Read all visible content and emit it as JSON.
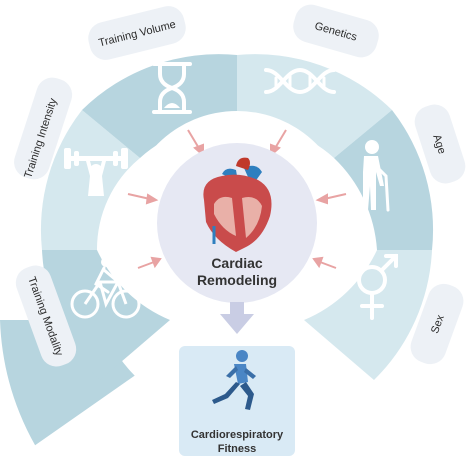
{
  "center": {
    "title_line1": "Cardiac",
    "title_line2": "Remodeling",
    "icon": "heart-icon"
  },
  "outcome": {
    "title_line1": "Cardiorespiratory",
    "title_line2": "Fitness",
    "icon": "runner-icon"
  },
  "factors": [
    {
      "label": "Training Volume",
      "icon": "hourglass-icon"
    },
    {
      "label": "Genetics",
      "icon": "dna-icon"
    },
    {
      "label": "Training Intensity",
      "icon": "weightlifter-icon"
    },
    {
      "label": "Age",
      "icon": "elderly-person-icon"
    },
    {
      "label": "Training Modality",
      "icon": "cyclist-icon"
    },
    {
      "label": "Sex",
      "icon": "gender-symbol-icon"
    }
  ],
  "colors": {
    "segment_light": "#d5e8ee",
    "segment_dark": "#b7d5df",
    "center_fill": "#e6e8f3",
    "outcome_fill": "#d9eaf5",
    "arrow": "#e8a3a3",
    "down_arrow": "#c9cde4",
    "label_box": "#edf1f6"
  }
}
